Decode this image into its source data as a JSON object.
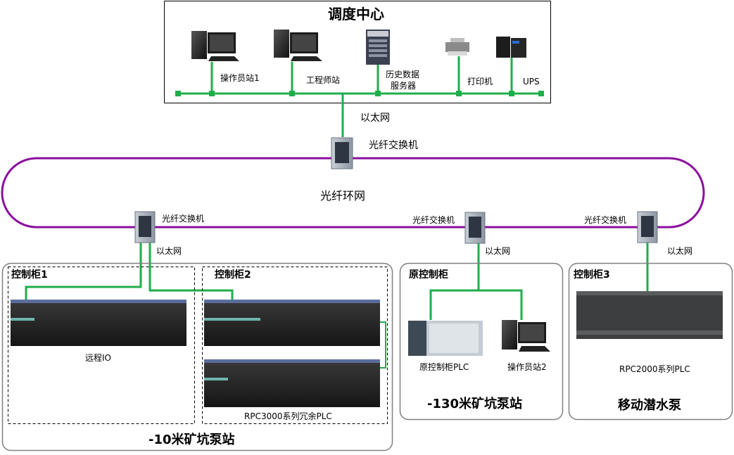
{
  "dispatch_center": {
    "title": "调度中心",
    "devices": {
      "operator_station_1": "操作员站1",
      "engineer_station": "工程师站",
      "history_server_line1": "历史数据",
      "history_server_line2": "服务器",
      "printer": "打印机",
      "ups": "UPS"
    }
  },
  "network": {
    "ethernet_label": "以太网",
    "fiber_switch_label": "光纤交换机",
    "fiber_ring_label": "光纤环网"
  },
  "station_10m": {
    "name": "-10米矿坑泵站",
    "cabinet1_title": "控制柜1",
    "cabinet1_device": "远程IO",
    "cabinet2_title": "控制柜2",
    "cabinet2_device": "RPC3000系列冗余PLC"
  },
  "station_130m": {
    "name": "-130米矿坑泵站",
    "cabinet_title": "原控制柜",
    "plc_label": "原控制柜PLC",
    "operator_label": "操作员站2"
  },
  "station_mobile": {
    "name": "移动潜水泵",
    "cabinet_title": "控制柜3",
    "plc_label": "RPC2000系列PLC"
  },
  "colors": {
    "ethernet_green": "#1fae4a",
    "ring_purple": "#8b0f9e",
    "border_gray": "#808080"
  }
}
